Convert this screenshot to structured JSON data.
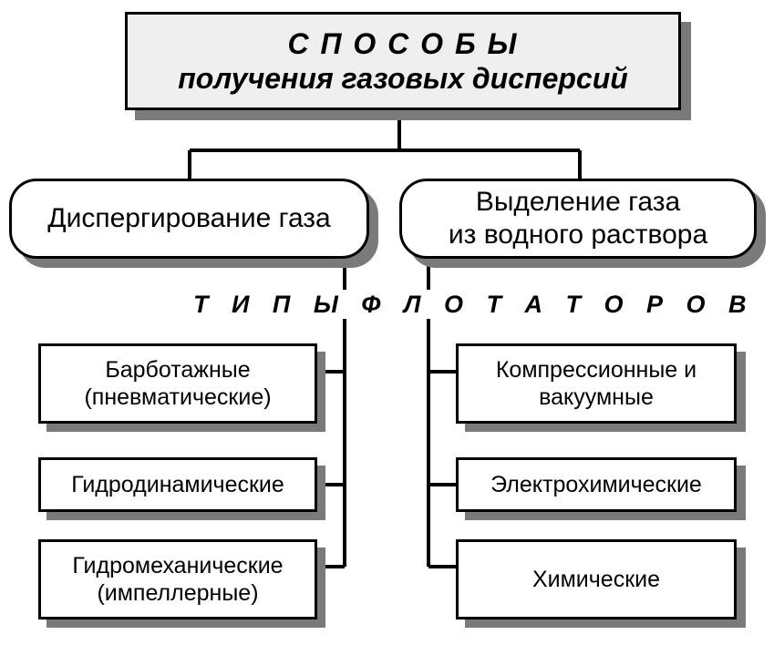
{
  "title": {
    "line1": "С П О С О Б Ы",
    "line2": "получения газовых дисперсий"
  },
  "methods": [
    {
      "label": "Диспергирование газа"
    },
    {
      "line1": "Выделение газа",
      "line2": "из водного раствора"
    }
  ],
  "types_heading": "Т И П Ы   Ф Л О Т А Т О Р О В",
  "left_types": [
    {
      "line1": "Барботажные",
      "line2": "(пневматические)"
    },
    {
      "line1": "Гидродинамические"
    },
    {
      "line1": "Гидромеханические",
      "line2": "(импеллерные)"
    }
  ],
  "right_types": [
    {
      "line1": "Компрессионные и",
      "line2": "вакуумные"
    },
    {
      "line1": "Электрохимические"
    },
    {
      "line1": "Химические"
    }
  ]
}
